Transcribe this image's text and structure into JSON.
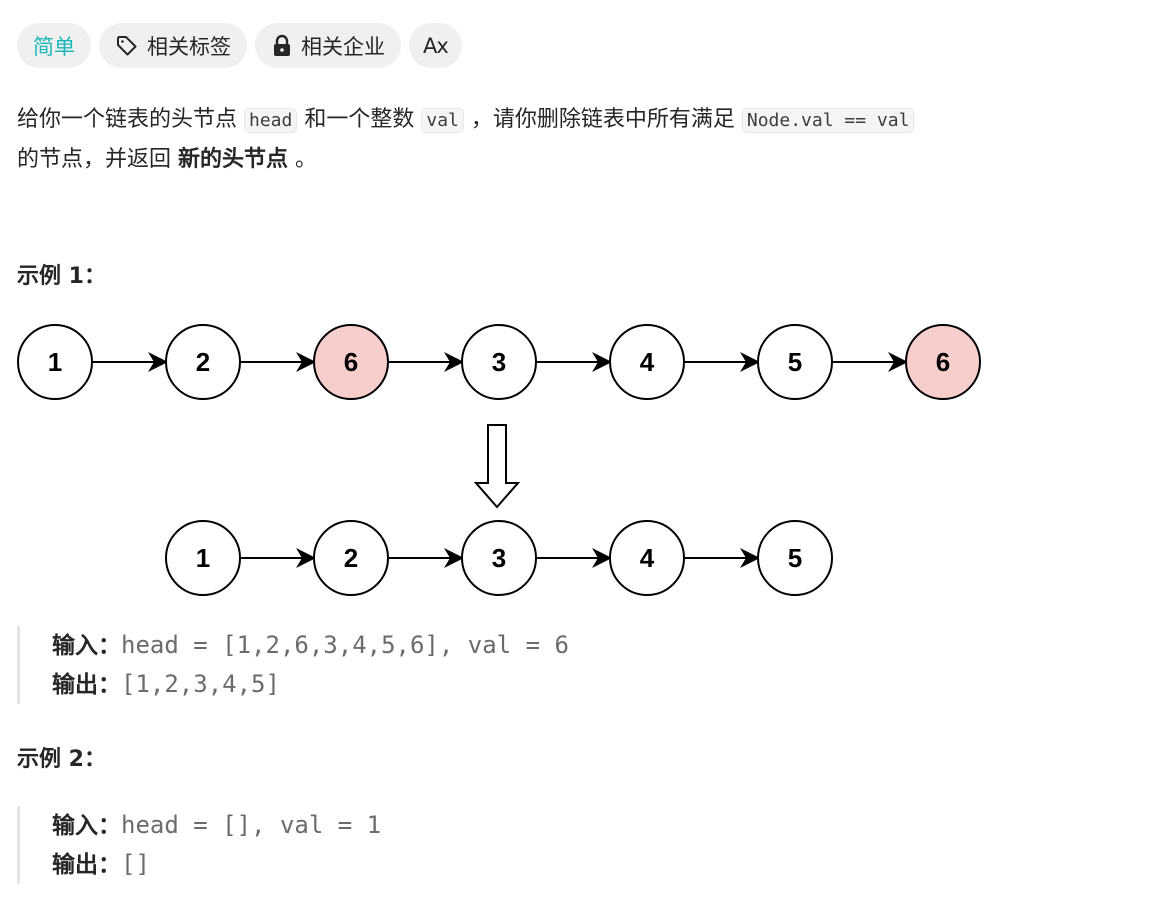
{
  "tags": {
    "difficulty": "简单",
    "related_tags": "相关标签",
    "related_companies": "相关企业",
    "translate": "Ax",
    "difficulty_color": "#1cb8b8"
  },
  "description": {
    "p1_a": "给你一个链表的头节点 ",
    "code_head": "head",
    "p1_b": " 和一个整数 ",
    "code_val": "val",
    "p1_c": " ，请你删除链表中所有满足 ",
    "code_cond": "Node.val == val",
    "p1_d": "的节点，并返回 ",
    "bold": "新的头节点",
    "p1_e": " 。"
  },
  "example1": {
    "title": "示例 1：",
    "diagram": {
      "before": [
        1,
        2,
        6,
        3,
        4,
        5,
        6
      ],
      "after": [
        1,
        2,
        3,
        4,
        5
      ],
      "removed_value": 6,
      "highlight_color": "#f8cecc"
    },
    "input_label": "输入：",
    "input_value": "head = [1,2,6,3,4,5,6], val = 6",
    "output_label": "输出：",
    "output_value": "[1,2,3,4,5]"
  },
  "example2": {
    "title": "示例 2：",
    "input_label": "输入：",
    "input_value": "head = [], val = 1",
    "output_label": "输出：",
    "output_value": "[]"
  }
}
